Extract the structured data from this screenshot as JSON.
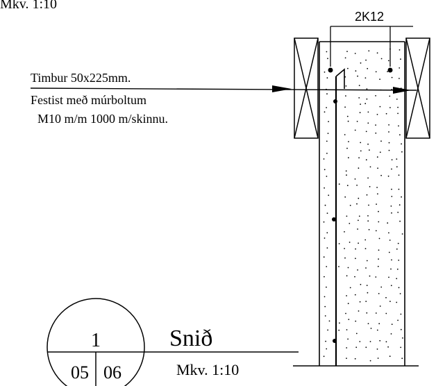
{
  "drawing": {
    "top_scale_label": "Mkv. 1:10",
    "rebar_label": "2K12",
    "timber_label": {
      "line1": "Timbur 50x225mm.",
      "line2": "Festist með múrboltum",
      "line3": "M10 m/m 1000 m/skinnu."
    },
    "section_marker": {
      "number": "1",
      "sheet_left": "05",
      "sheet_right": "06"
    },
    "section_title": "Snið",
    "section_scale": "Mkv. 1:10"
  },
  "colors": {
    "ink": "#000000",
    "paper": "#ffffff"
  }
}
